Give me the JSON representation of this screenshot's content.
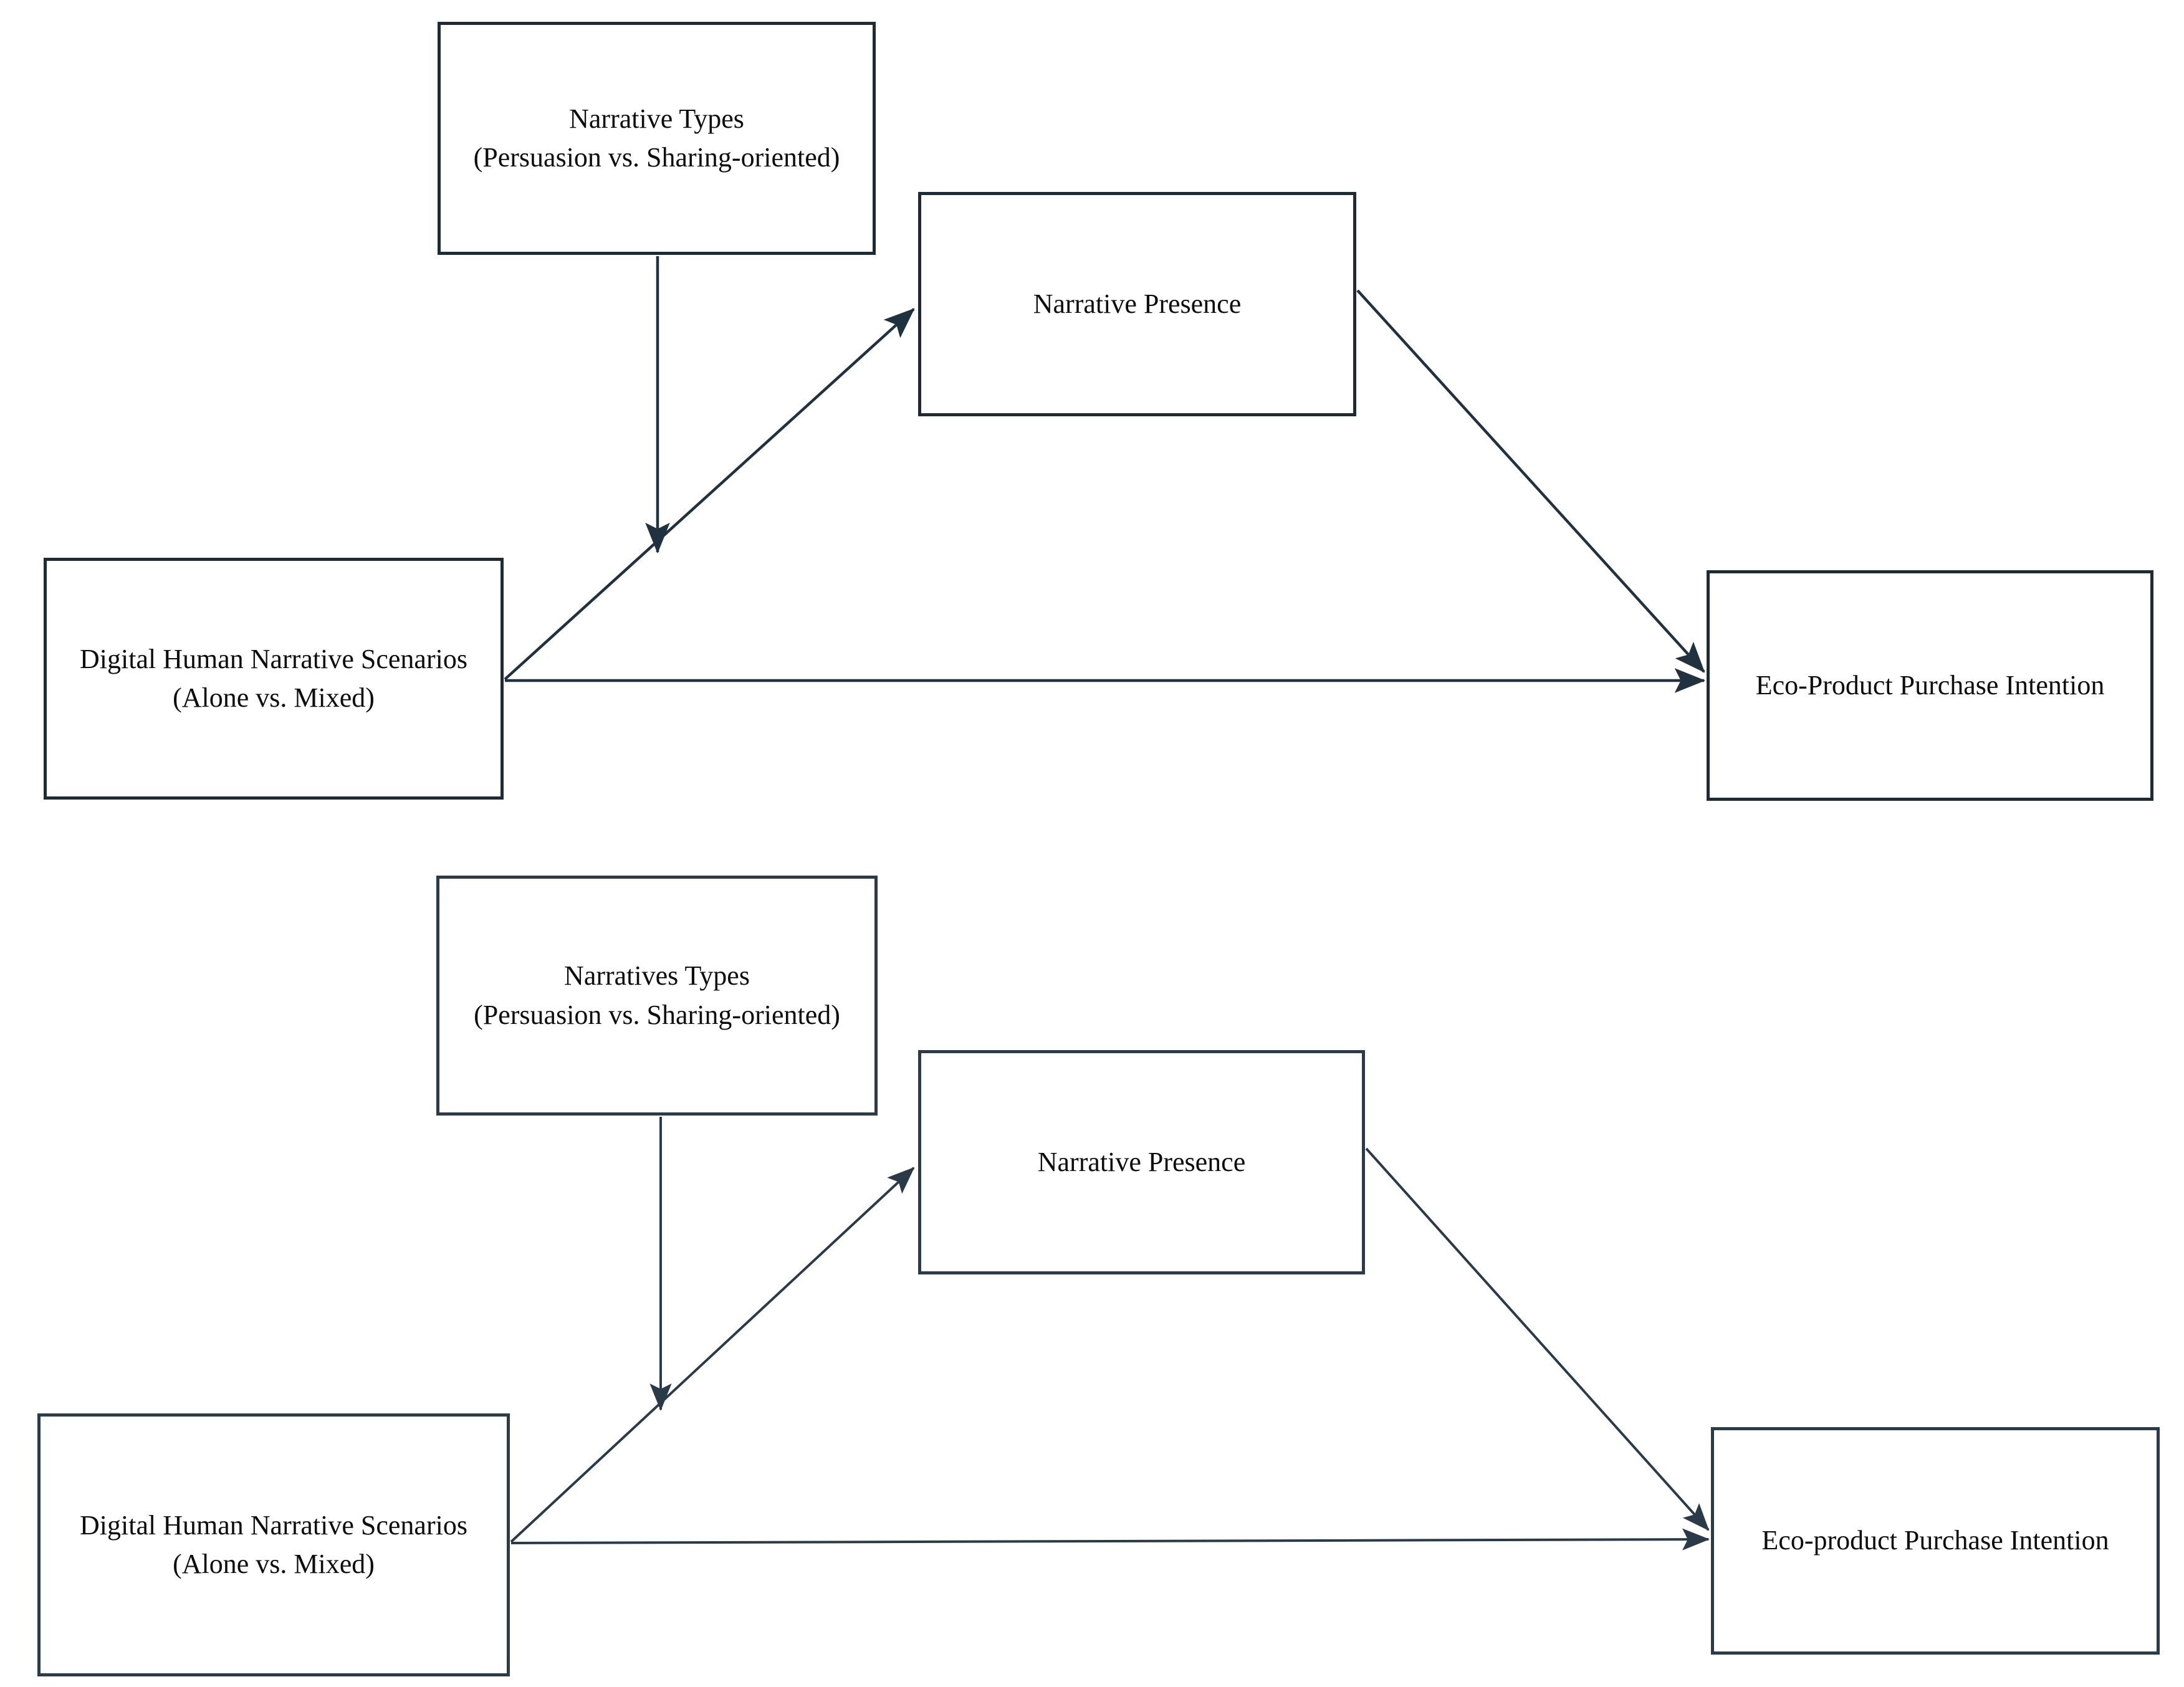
{
  "figure": {
    "type": "conceptual-research-model",
    "panels": 2,
    "background_color": "#ffffff",
    "box_border_color_top": "#1e2a36",
    "box_border_color_bottom": "#2c3b49",
    "text_color": "#0d0d0d",
    "arrow_color": "#22313f"
  },
  "top_model": {
    "moderator": {
      "line1": "Narrative Types",
      "line2": "(Persuasion vs. Sharing-oriented)"
    },
    "mediator": {
      "line1": "Narrative Presence"
    },
    "independent": {
      "line1": "Digital Human Narrative Scenarios",
      "line2": "(Alone vs. Mixed)"
    },
    "dependent": {
      "line1": "Eco-Product Purchase Intention"
    },
    "paths": [
      {
        "name": "iv-to-mediator",
        "from": "Digital Human Narrative Scenarios (Alone vs. Mixed)",
        "to": "Narrative Presence",
        "style": "solid-arrow"
      },
      {
        "name": "mediator-to-dv",
        "from": "Narrative Presence",
        "to": "Eco-Product Purchase Intention",
        "style": "solid-arrow"
      },
      {
        "name": "iv-to-dv-direct",
        "from": "Digital Human Narrative Scenarios (Alone vs. Mixed)",
        "to": "Eco-Product Purchase Intention",
        "style": "solid-arrow"
      },
      {
        "name": "moderation-on-iv-to-mediator",
        "from": "Narrative Types (Persuasion vs. Sharing-oriented)",
        "to": "iv-to-mediator path",
        "style": "solid-arrow-vertical"
      }
    ]
  },
  "bottom_model": {
    "moderator": {
      "line1": "Narratives Types",
      "line2": "(Persuasion vs. Sharing-oriented)"
    },
    "mediator": {
      "line1": "Narrative Presence"
    },
    "independent": {
      "line1": "Digital Human Narrative Scenarios",
      "line2": "(Alone vs. Mixed)"
    },
    "dependent": {
      "line1": "Eco-product Purchase Intention"
    },
    "paths": [
      {
        "name": "iv-to-mediator",
        "from": "Digital Human Narrative Scenarios (Alone vs. Mixed)",
        "to": "Narrative Presence",
        "style": "solid-arrow"
      },
      {
        "name": "mediator-to-dv",
        "from": "Narrative Presence",
        "to": "Eco-product Purchase Intention",
        "style": "solid-arrow"
      },
      {
        "name": "iv-to-dv-direct",
        "from": "Digital Human Narrative Scenarios (Alone vs. Mixed)",
        "to": "Eco-product Purchase Intention",
        "style": "solid-arrow"
      },
      {
        "name": "moderation-on-iv-to-mediator",
        "from": "Narratives Types (Persuasion vs. Sharing-oriented)",
        "to": "iv-to-mediator path",
        "style": "solid-arrow-vertical"
      }
    ]
  }
}
